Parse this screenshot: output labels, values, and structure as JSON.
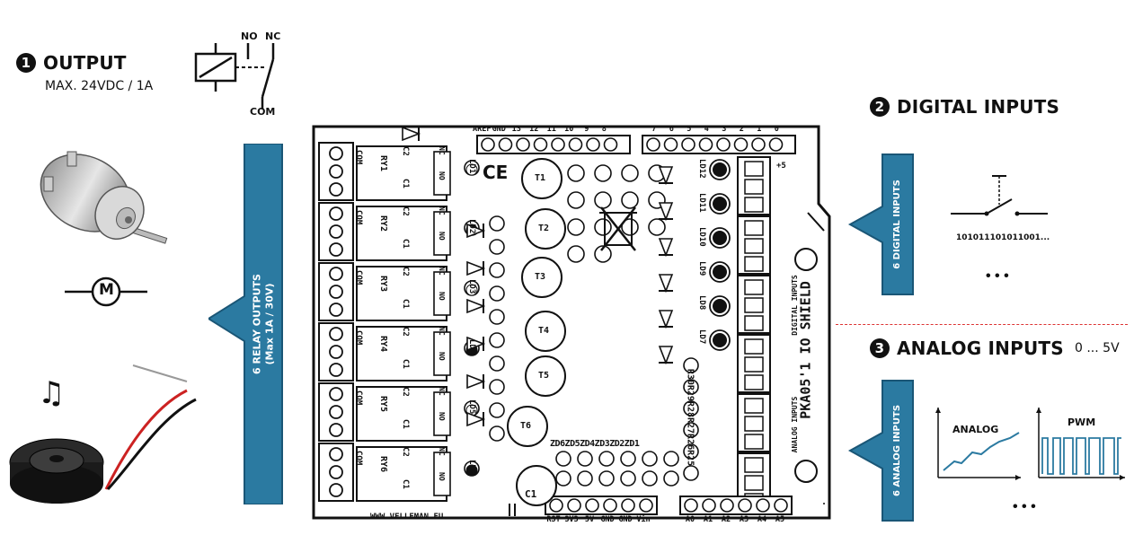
{
  "output": {
    "number": "1",
    "title": "OUTPUT",
    "subtitle": "MAX. 24VDC / 1A",
    "relay_no": "NO",
    "relay_nc": "NC",
    "relay_com": "COM",
    "motor_symbol": "M",
    "arrow_label_1": "6 RELAY OUTPUTS",
    "arrow_label_2": "(Max 1A / 30V)"
  },
  "digital": {
    "number": "2",
    "title": "DIGITAL INPUTS",
    "arrow_label": "6 DIGITAL INPUTS",
    "bits": "101011101011001...",
    "ellipsis": "• • •"
  },
  "analog": {
    "number": "3",
    "title": "ANALOG INPUTS",
    "range": "0 ... 5V",
    "arrow_label": "6 ANALOG INPUTS",
    "graph_analog": "ANALOG",
    "graph_pwm": "PWM",
    "ellipsis": "• • •"
  },
  "board": {
    "name": "PKA05'1 IO SHIELD",
    "website": "WWW.VELLEMAN.EU",
    "digital_label": "DIGITAL INPUTS",
    "analog_label": "ANALOG INPUTS",
    "top_left_header": [
      "AREF",
      "GND",
      "13",
      "12",
      "11",
      "10",
      "9",
      "8"
    ],
    "top_right_header": [
      "7",
      "6",
      "5",
      "4",
      "3",
      "2",
      "1",
      "0"
    ],
    "bottom_left_header": [
      "RST",
      "3V3",
      "5V",
      "GND",
      "GND",
      "Vin"
    ],
    "bottom_right_header": [
      "A0",
      "A1",
      "A2",
      "A3",
      "A4",
      "A5"
    ],
    "relays": [
      "RY1",
      "RY2",
      "RY3",
      "RY4",
      "RY5",
      "RY6"
    ],
    "relay_leds": [
      "LD1",
      "LD2",
      "LD3",
      "LD4",
      "LD5",
      "LD6"
    ],
    "input_leds": [
      "LD12",
      "LD11",
      "LD10",
      "LD9",
      "LD8",
      "LD7"
    ],
    "transistors": [
      "T1",
      "T2",
      "T3",
      "T4",
      "T5",
      "T6"
    ],
    "zeners": "ZD6ZD5ZD4ZD3ZD2ZD1",
    "resistors_right": "R30R29R28R27R26R25",
    "capacitor": "C1",
    "ce_mark": "CE",
    "plus_5v": "+5",
    "relay_term_c2": "C2",
    "relay_term_c1": "C1",
    "relay_term_com": "COM",
    "relay_term_no": "NO",
    "relay_term_nc": "NC"
  }
}
